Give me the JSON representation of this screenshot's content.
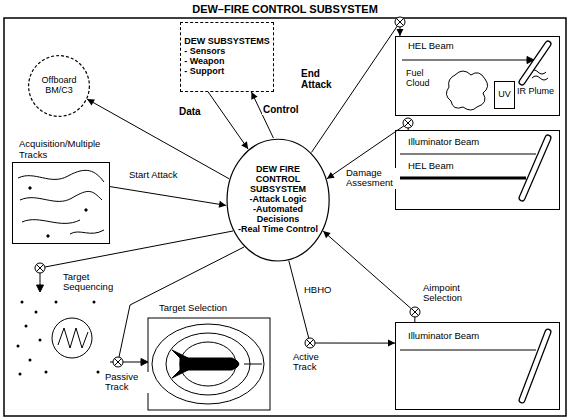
{
  "diagram": {
    "title": "DEW–FIRE CONTROL SUBSYSTEM",
    "nodes": [
      {
        "text": [
          "DEW SUBSYSTEMS",
          "- Sensors",
          "- Weapon",
          "- Support"
        ]
      },
      {
        "text": [
          "Offboard BM/C3"
        ]
      },
      {
        "text": [
          "DEW FIRE CONTROL SUBSYSTEM",
          "-Attack Logic",
          "-Automated Decisions",
          "-Real Time Control"
        ]
      },
      {
        "text": [
          "Acquisition/Multiple Tracks"
        ]
      },
      {
        "text": [
          "HEL Beam",
          "Fuel Cloud",
          "IR Plume"
        ]
      },
      {
        "text": [
          "UV"
        ],
        "in": 4
      },
      {
        "text": [
          "Illuminator Beam",
          "HEL Beam"
        ]
      },
      {
        "text": [
          "Illuminator Beam"
        ]
      }
    ],
    "edges": [
      {
        "from": 0,
        "to": 2,
        "label": "Data",
        "arrow": "to"
      },
      {
        "from": 2,
        "to": 0,
        "label": "Control",
        "arrow": "to"
      },
      {
        "from": 2,
        "to": 1,
        "arrow": "to"
      },
      {
        "from": 3,
        "to": 2,
        "label": "Start Attack",
        "arrow": "to"
      },
      {
        "from": 2,
        "to": 4,
        "label": "End Attack",
        "arrow": "to"
      },
      {
        "from": 6,
        "to": 2,
        "label": "Damage Assesment",
        "arrow": "to"
      },
      {
        "from": 7,
        "to": 2,
        "label": "Aimpoint Selection",
        "arrow": "to"
      },
      {
        "from": 2,
        "to": 7,
        "label": "HBHO",
        "arrow": "to"
      }
    ],
    "labels": [
      "Target Sequencing",
      "Target Selection",
      "Passive Track",
      "Active Track"
    ]
  }
}
